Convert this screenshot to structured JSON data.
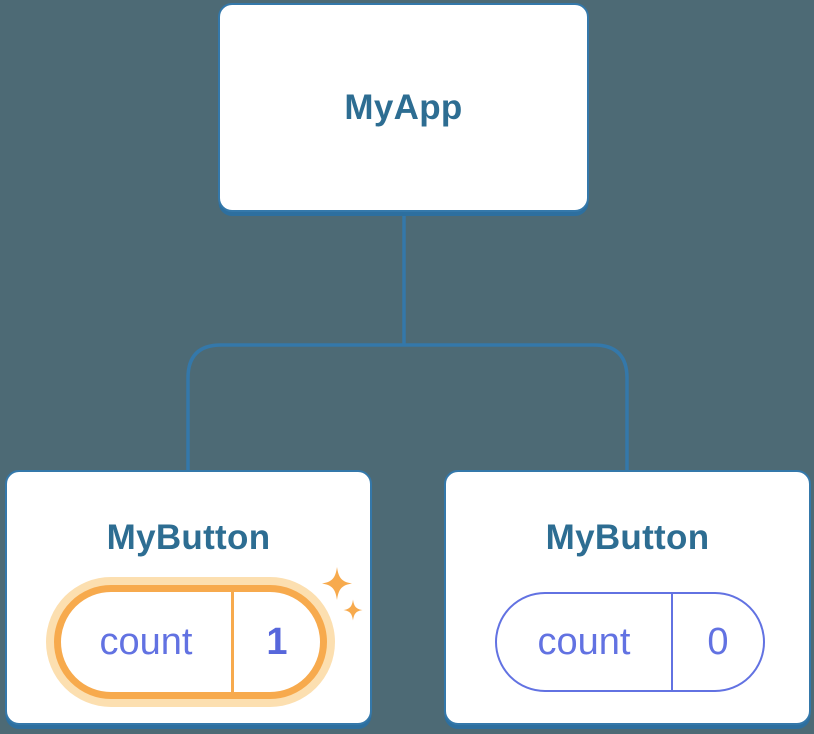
{
  "diagram": {
    "title": "component-tree-state-diagram",
    "root": {
      "label": "MyApp"
    },
    "children": [
      {
        "label": "MyButton",
        "state": {
          "name": "count",
          "value": "1"
        },
        "highlighted": true
      },
      {
        "label": "MyButton",
        "state": {
          "name": "count",
          "value": "0"
        },
        "highlighted": false
      }
    ]
  },
  "colors": {
    "bg": "#4d6a75",
    "card-bg": "#ffffff",
    "line-blue": "#3478aa",
    "line-dark": "#2d6f9f",
    "title-blue": "#2d6d92",
    "indigo": "#6272e2",
    "indigo-bold": "#5767db",
    "orange": "#f7aa4d",
    "orange-glow": "#fcdfb0"
  }
}
